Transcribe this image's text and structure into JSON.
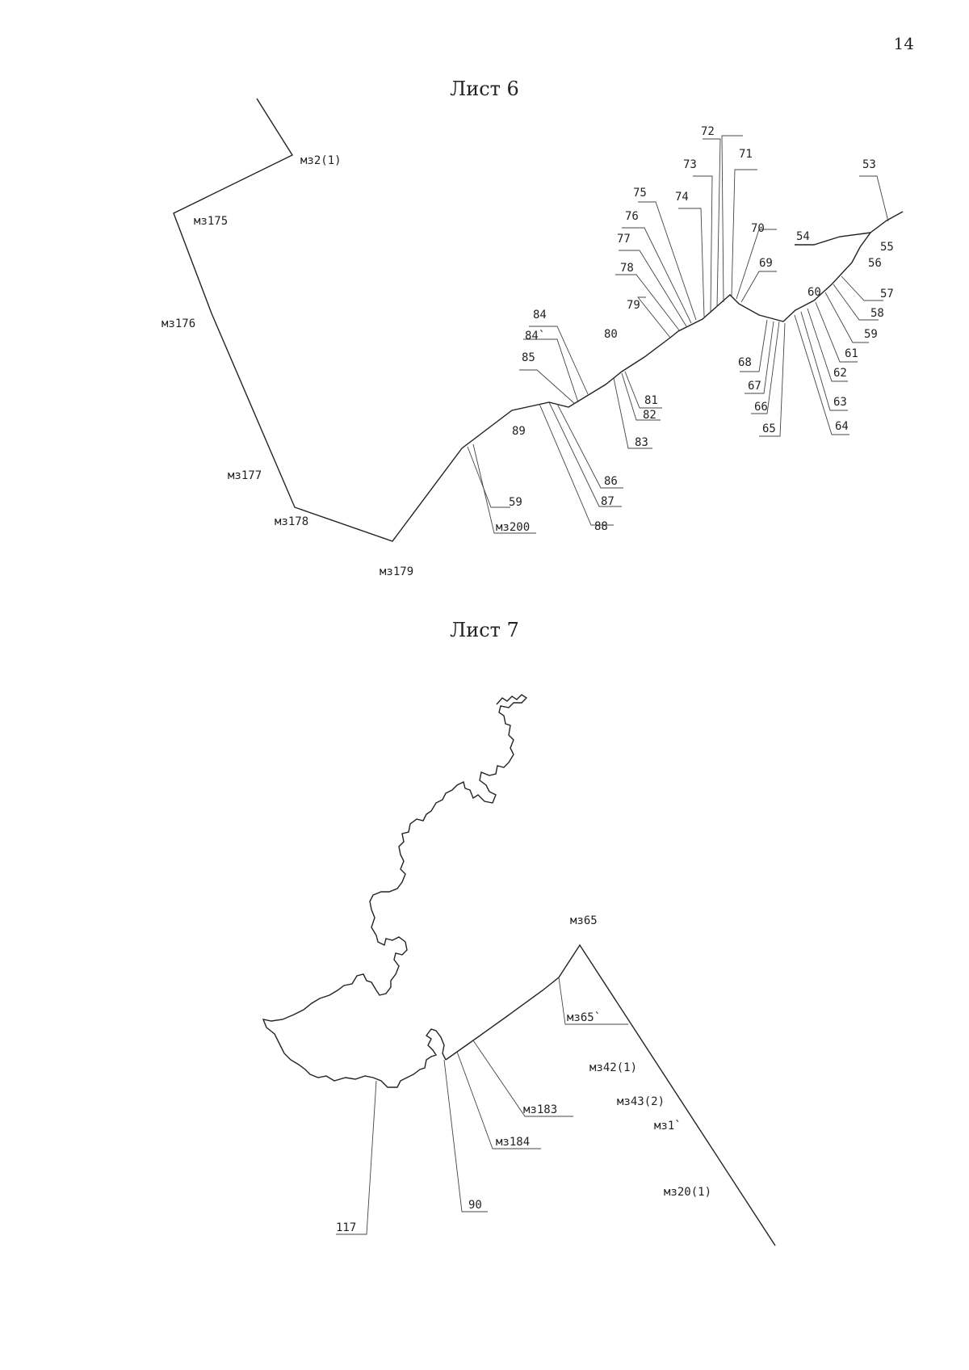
{
  "page_number": "14",
  "sheet6": {
    "title": "Лист 6",
    "labels": [
      {
        "id": "mz2-1",
        "text": "мз2(1)"
      },
      {
        "id": "mz175",
        "text": "мз175"
      },
      {
        "id": "mz176",
        "text": "мз176"
      },
      {
        "id": "mz177",
        "text": "мз177"
      },
      {
        "id": "mz178",
        "text": "мз178"
      },
      {
        "id": "mz179",
        "text": "мз179"
      },
      {
        "id": "mz200",
        "text": "мз200"
      },
      {
        "id": "p59a",
        "text": "59"
      },
      {
        "id": "p89",
        "text": "89"
      },
      {
        "id": "p88",
        "text": "88"
      },
      {
        "id": "p87",
        "text": "87"
      },
      {
        "id": "p86",
        "text": "86"
      },
      {
        "id": "p85",
        "text": "85"
      },
      {
        "id": "p84s",
        "text": "84`"
      },
      {
        "id": "p84",
        "text": "84"
      },
      {
        "id": "p80",
        "text": "80"
      },
      {
        "id": "p83",
        "text": "83"
      },
      {
        "id": "p82",
        "text": "82"
      },
      {
        "id": "p81",
        "text": "81"
      },
      {
        "id": "p79",
        "text": "79"
      },
      {
        "id": "p78",
        "text": "78"
      },
      {
        "id": "p77",
        "text": "77"
      },
      {
        "id": "p76",
        "text": "76"
      },
      {
        "id": "p75",
        "text": "75"
      },
      {
        "id": "p74",
        "text": "74"
      },
      {
        "id": "p73",
        "text": "73"
      },
      {
        "id": "p72",
        "text": "72"
      },
      {
        "id": "p71",
        "text": "71"
      },
      {
        "id": "p70",
        "text": "70"
      },
      {
        "id": "p69",
        "text": "69"
      },
      {
        "id": "p68",
        "text": "68"
      },
      {
        "id": "p67",
        "text": "67"
      },
      {
        "id": "p66",
        "text": "66"
      },
      {
        "id": "p65",
        "text": "65"
      },
      {
        "id": "p64",
        "text": "64"
      },
      {
        "id": "p63",
        "text": "63"
      },
      {
        "id": "p62",
        "text": "62"
      },
      {
        "id": "p61",
        "text": "61"
      },
      {
        "id": "p60",
        "text": "60"
      },
      {
        "id": "p59b",
        "text": "59"
      },
      {
        "id": "p58",
        "text": "58"
      },
      {
        "id": "p57",
        "text": "57"
      },
      {
        "id": "p56",
        "text": "56"
      },
      {
        "id": "p55",
        "text": "55"
      },
      {
        "id": "p54",
        "text": "54"
      },
      {
        "id": "p53",
        "text": "53"
      }
    ]
  },
  "sheet7": {
    "title": "Лист 7",
    "labels": [
      {
        "id": "mz65",
        "text": "мз65"
      },
      {
        "id": "mz65s",
        "text": "мз65`"
      },
      {
        "id": "mz42-1",
        "text": "мз42(1)"
      },
      {
        "id": "mz43-2",
        "text": "мз43(2)"
      },
      {
        "id": "mz1s",
        "text": "мз1`"
      },
      {
        "id": "mz20-1",
        "text": "мз20(1)"
      },
      {
        "id": "mz183",
        "text": "мз183"
      },
      {
        "id": "mz184",
        "text": "мз184"
      },
      {
        "id": "p90",
        "text": "90"
      },
      {
        "id": "p117",
        "text": "117"
      }
    ]
  }
}
